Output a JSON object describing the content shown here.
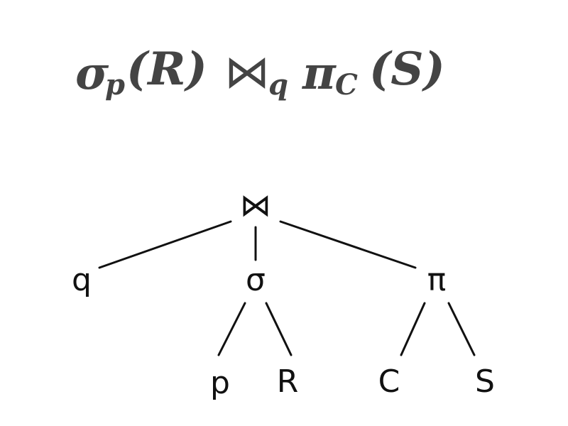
{
  "formula": {
    "select": "σ",
    "select_sub": "p",
    "relation_r": "(R)",
    "join": "⋈",
    "join_sub": "q",
    "project": "π",
    "project_sub": "C",
    "relation_s": "(S)"
  },
  "tree": {
    "root": "⋈",
    "join_condition": "q",
    "select_node": "σ",
    "select_predicate": "p",
    "select_relation": "R",
    "project_node": "π",
    "project_columns": "C",
    "project_relation": "S"
  },
  "colors": {
    "formula": "#444444",
    "tree": "#111111"
  }
}
